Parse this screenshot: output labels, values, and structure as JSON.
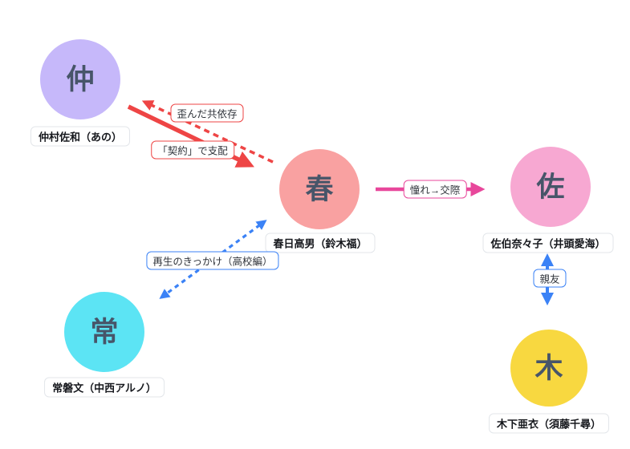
{
  "diagram": {
    "background": "#ffffff",
    "nodes": [
      {
        "id": "naka",
        "char": "仲",
        "name": "仲村佐和（あの）",
        "color": "#c6b8fa"
      },
      {
        "id": "haru",
        "char": "春",
        "name": "春日高男（鈴木福）",
        "color": "#f9a1a1"
      },
      {
        "id": "saeki",
        "char": "佐",
        "name": "佐伯奈々子（井頭愛海）",
        "color": "#f7a8d2"
      },
      {
        "id": "tokiwa",
        "char": "常",
        "name": "常磐文（中西アルノ）",
        "color": "#5ce4f4"
      },
      {
        "id": "kinoshita",
        "char": "木",
        "name": "木下亜衣（須藤千尋）",
        "color": "#f8d840"
      }
    ],
    "edges": [
      {
        "from": "haru",
        "to": "naka",
        "label": "歪んだ共依存",
        "style": "dashed",
        "direction": "single",
        "color": "#ee4545"
      },
      {
        "from": "naka",
        "to": "haru",
        "label": "「契約」で支配",
        "style": "solid",
        "direction": "single",
        "color": "#ee4545"
      },
      {
        "from": "haru",
        "to": "saeki",
        "label": "憧れ→交際",
        "style": "solid",
        "direction": "single",
        "color": "#e8479b"
      },
      {
        "from": "tokiwa",
        "to": "haru",
        "label": "再生のきっかけ（高校編）",
        "style": "dashed",
        "direction": "double",
        "color": "#3b82f6"
      },
      {
        "from": "saeki",
        "to": "kinoshita",
        "label": "親友",
        "style": "solid",
        "direction": "double",
        "color": "#3b82f6"
      }
    ]
  }
}
